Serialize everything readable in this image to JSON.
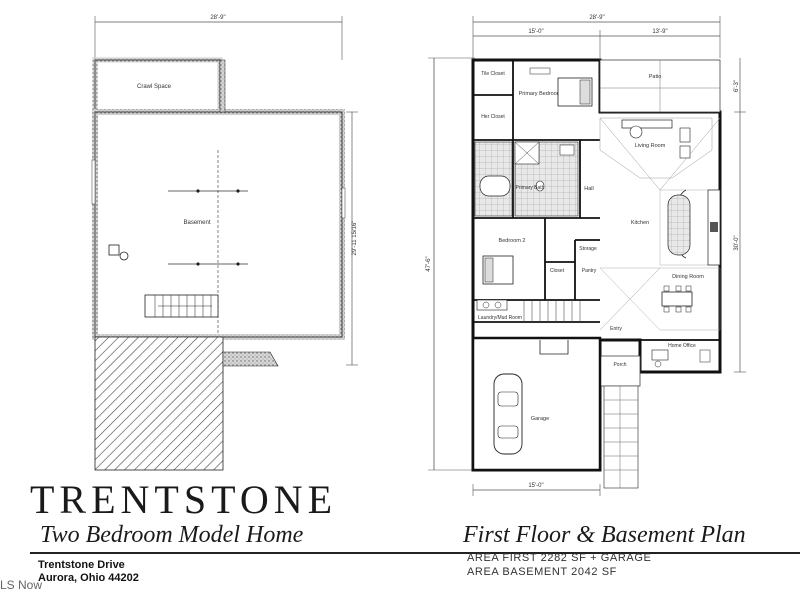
{
  "basement": {
    "overall_dim": "28'-9\"",
    "side_dim": "29'-11 15/16\"",
    "rooms": {
      "crawl_space": "Crawl Space",
      "basement": "Basement"
    }
  },
  "first_floor": {
    "overall_dim": "28'-9\"",
    "left_dim": "15'-0\"",
    "right_dim": "13'-9\"",
    "depth_dim": "47'-6\"",
    "right_side_dim": "30'-0\"",
    "patio_depth_dim": "6'-3\"",
    "garage_width_dim": "15'-0\"",
    "rooms": {
      "patio": "Patio",
      "tile_closet": "Tile Closet",
      "primary_bedroom": "Primary Bedroom",
      "her_closet": "Her Closet",
      "living_room": "Living Room",
      "primary_bath": "Primary Bath",
      "hall": "Hall",
      "kitchen": "Kitchen",
      "bedroom_2": "Bedroom 2",
      "storage": "Storage",
      "closet": "Closet",
      "pantry": "Pantry",
      "dining_room": "Dining Room",
      "laundry": "Laundry/Mud Room",
      "entry": "Entry",
      "home_office": "Home Office",
      "porch": "Porch",
      "garage": "Garage"
    }
  },
  "title": {
    "brand": "TRENTSTONE",
    "left_subtitle": "Two Bedroom Model Home",
    "right_subtitle": "First Floor & Basement Plan",
    "address_line1": "Trentstone Drive",
    "address_line2": "Aurora, Ohio 44202",
    "area_first": "AREA FIRST 2282 SF + GARAGE",
    "area_basement": "AREA BASEMENT 2042 SF"
  },
  "watermark": "LS Now"
}
